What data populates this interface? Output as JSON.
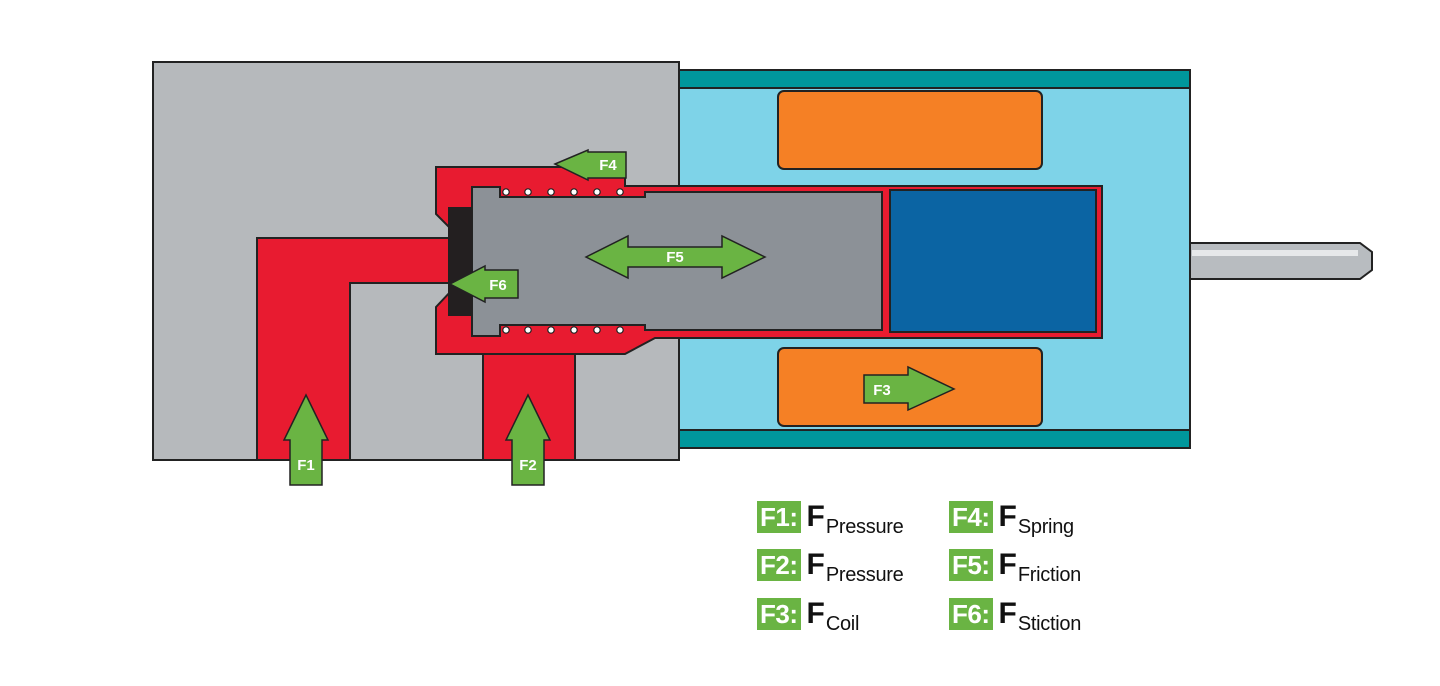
{
  "colors": {
    "body_gray": "#b6b9bc",
    "fluid_red": "#e81b30",
    "coil_housing_cyan": "#7ed3e8",
    "coil_orange": "#f58025",
    "sleeve_teal": "#00979c",
    "plunger_gray": "#8c9197",
    "armature_blue": "#0b64a3",
    "seal_black": "#231f20",
    "arrow_green": "#6ab443",
    "rod_gray": "#b8bcc0"
  },
  "arrows": {
    "f1": "F1",
    "f2": "F2",
    "f3": "F3",
    "f4": "F4",
    "f5": "F5",
    "f6": "F6"
  },
  "legend": [
    {
      "key": "F1:",
      "symbol": "F",
      "subscript": "Pressure"
    },
    {
      "key": "F2:",
      "symbol": "F",
      "subscript": "Pressure"
    },
    {
      "key": "F3:",
      "symbol": "F",
      "subscript": "Coil"
    },
    {
      "key": "F4:",
      "symbol": "F",
      "subscript": "Spring"
    },
    {
      "key": "F5:",
      "symbol": "F",
      "subscript": "Friction"
    },
    {
      "key": "F6:",
      "symbol": "F",
      "subscript": "Stiction"
    }
  ]
}
